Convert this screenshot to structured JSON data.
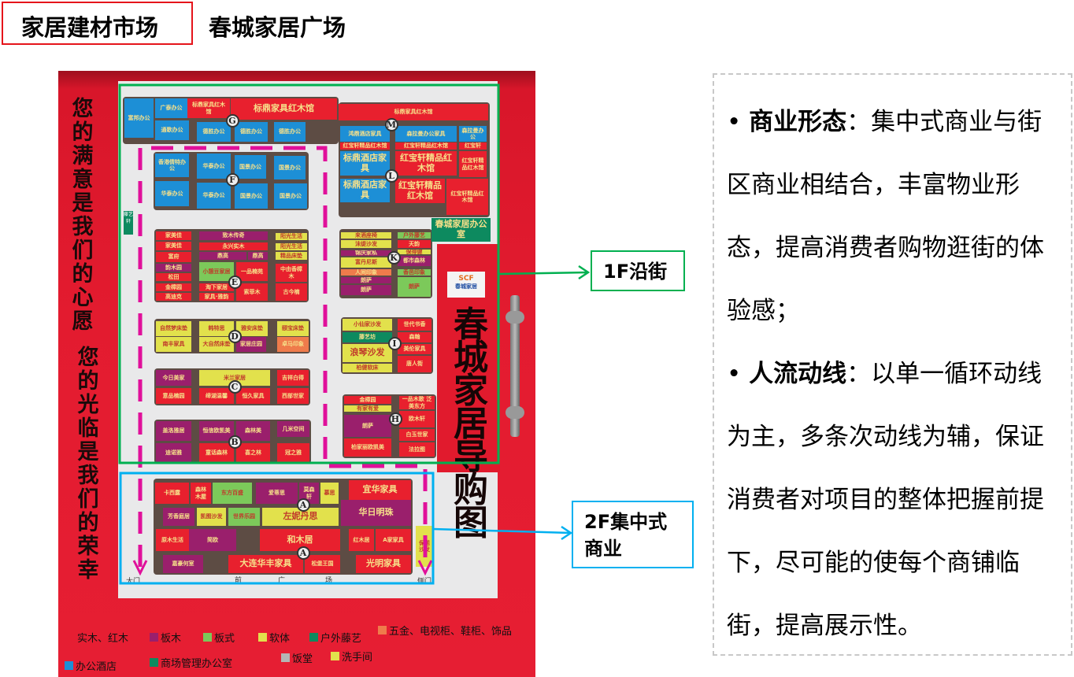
{
  "header": {
    "section_label": "家居建材市场",
    "title": "春城家居广场"
  },
  "photo": {
    "slogan_left": "您的满意是我们的心愿",
    "slogan_right": "您的光临是我们的荣幸",
    "map_title": "春城家居导购图",
    "logo_text": "春城家居",
    "logo_mark": "SCF",
    "side_sign": "藤艺轩",
    "bottom_labels": {
      "main_gate": "大门",
      "front": "前",
      "square_1": "广",
      "square_2": "场",
      "side_gate": "侧门"
    },
    "colors": {
      "red": "#e8202e",
      "blue": "#1d8fd6",
      "purple": "#9a1f6c",
      "yellow": "#e2e14c",
      "green": "#7cc95a",
      "orange": "#ef7b4b",
      "teal": "#0d8a5f",
      "gray": "#b5b5b5",
      "route": "#e0109a",
      "zone_1f": "#00b050",
      "zone_2f": "#00b0f0"
    },
    "nodes": [
      "G",
      "M",
      "F",
      "L",
      "E",
      "K",
      "D",
      "C",
      "I",
      "B",
      "H",
      "A",
      "A"
    ],
    "stores": [
      {
        "label": "富邦办公",
        "type": "blue"
      },
      {
        "label": "广泰办公",
        "type": "blue"
      },
      {
        "label": "标鼎家具红木馆",
        "type": "red"
      },
      {
        "label": "标鼎家具红木馆",
        "type": "red"
      },
      {
        "label": "标鼎家具红木馆",
        "type": "red"
      },
      {
        "label": "通歌办公",
        "type": "blue"
      },
      {
        "label": "德胜办公",
        "type": "blue"
      },
      {
        "label": "德胜办公",
        "type": "blue"
      },
      {
        "label": "德胜办公",
        "type": "blue"
      },
      {
        "label": "鸿鼎酒店家具",
        "type": "blue"
      },
      {
        "label": "森拉曼办公家具",
        "type": "blue"
      },
      {
        "label": "森拉曼办公",
        "type": "blue"
      },
      {
        "label": "红宝轩精品红木馆",
        "type": "red"
      },
      {
        "label": "红宝轩精品红木馆",
        "type": "red"
      },
      {
        "label": "红宝轩",
        "type": "red"
      },
      {
        "label": "标鼎酒店家具",
        "type": "blue"
      },
      {
        "label": "红宝轩精品红木馆",
        "type": "red"
      },
      {
        "label": "红宝轩精品红木馆",
        "type": "red"
      },
      {
        "label": "标鼎酒店家具",
        "type": "blue"
      },
      {
        "label": "红宝轩精品红木馆",
        "type": "red"
      },
      {
        "label": "红宝轩精品红木馆",
        "type": "red"
      },
      {
        "label": "春城家居办公室",
        "type": "teal"
      },
      {
        "label": "香港倩特办公",
        "type": "blue"
      },
      {
        "label": "华泰办公",
        "type": "blue"
      },
      {
        "label": "国景办公",
        "type": "blue"
      },
      {
        "label": "国景办公",
        "type": "blue"
      },
      {
        "label": "华泰办公",
        "type": "blue"
      },
      {
        "label": "华泰办公",
        "type": "blue"
      },
      {
        "label": "国景办公",
        "type": "blue"
      },
      {
        "label": "国景办公",
        "type": "blue"
      },
      {
        "label": "家美佳",
        "type": "red"
      },
      {
        "label": "家美佳",
        "type": "red"
      },
      {
        "label": "富府",
        "type": "red"
      },
      {
        "label": "韵木园",
        "type": "purple"
      },
      {
        "label": "松田",
        "type": "red"
      },
      {
        "label": "金樟园",
        "type": "red"
      },
      {
        "label": "高迪克",
        "type": "red"
      },
      {
        "label": "致木传奇",
        "type": "purple"
      },
      {
        "label": "永兴实木",
        "type": "red"
      },
      {
        "label": "鼎高",
        "type": "purple"
      },
      {
        "label": "鼎高",
        "type": "purple"
      },
      {
        "label": "小憩豆家居",
        "type": "green"
      },
      {
        "label": "一品楠苑",
        "type": "red"
      },
      {
        "label": "淘下家居",
        "type": "red"
      },
      {
        "label": "家具·雅韵",
        "type": "red"
      },
      {
        "label": "索菲木",
        "type": "red"
      },
      {
        "label": "阳光生活",
        "type": "yellow"
      },
      {
        "label": "阳光生活",
        "type": "yellow"
      },
      {
        "label": "精品床垫",
        "type": "yellow"
      },
      {
        "label": "中由香樟木",
        "type": "red"
      },
      {
        "label": "古今楠",
        "type": "red"
      },
      {
        "label": "来酒座椅",
        "type": "yellow"
      },
      {
        "label": "沫缇沙发",
        "type": "yellow"
      },
      {
        "label": "锦庆家私",
        "type": "purple"
      },
      {
        "label": "富丹尼斯",
        "type": "yellow"
      },
      {
        "label": "人间印象",
        "type": "orange"
      },
      {
        "label": "朗萨",
        "type": "purple"
      },
      {
        "label": "朗萨",
        "type": "purple"
      },
      {
        "label": "户外藤艺",
        "type": "green"
      },
      {
        "label": "天韵",
        "type": "red"
      },
      {
        "label": "保得健",
        "type": "yellow"
      },
      {
        "label": "都市森林",
        "type": "purple"
      },
      {
        "label": "香邑印象",
        "type": "green"
      },
      {
        "label": "朗萨",
        "type": "green"
      },
      {
        "label": "自然梦床垫",
        "type": "yellow"
      },
      {
        "label": "韩特思",
        "type": "yellow"
      },
      {
        "label": "雅安床垫",
        "type": "yellow"
      },
      {
        "label": "颐宝床垫",
        "type": "yellow"
      },
      {
        "label": "南丰家具",
        "type": "yellow"
      },
      {
        "label": "大自然床垫",
        "type": "yellow"
      },
      {
        "label": "家居庄园",
        "type": "purple"
      },
      {
        "label": "卓马印象",
        "type": "orange"
      },
      {
        "label": "今日美家",
        "type": "purple"
      },
      {
        "label": "意品楠园",
        "type": "red"
      },
      {
        "label": "米兰家居",
        "type": "yellow"
      },
      {
        "label": "缔湖温馨",
        "type": "red"
      },
      {
        "label": "恒久家具",
        "type": "red"
      },
      {
        "label": "吉祥白得",
        "type": "red"
      },
      {
        "label": "西部世家",
        "type": "red"
      },
      {
        "label": "盖洛雅居",
        "type": "purple"
      },
      {
        "label": "迪诺雅",
        "type": "purple"
      },
      {
        "label": "恒信欧凯美",
        "type": "purple"
      },
      {
        "label": "童话森林",
        "type": "red"
      },
      {
        "label": "森林美",
        "type": "purple"
      },
      {
        "label": "喜之林",
        "type": "red"
      },
      {
        "label": "几米空间",
        "type": "purple"
      },
      {
        "label": "冠之雅",
        "type": "red"
      },
      {
        "label": "小仙家沙发",
        "type": "yellow"
      },
      {
        "label": "藤艺坊",
        "type": "teal"
      },
      {
        "label": "浪琴沙发",
        "type": "yellow"
      },
      {
        "label": "柏健软床",
        "type": "yellow"
      },
      {
        "label": "世代书香",
        "type": "red"
      },
      {
        "label": "森翰",
        "type": "red"
      },
      {
        "label": "美伦家具",
        "type": "red"
      },
      {
        "label": "唐人街",
        "type": "red"
      },
      {
        "label": "金樟园",
        "type": "red"
      },
      {
        "label": "有家有爱",
        "type": "yellow"
      },
      {
        "label": "朗萨",
        "type": "purple"
      },
      {
        "label": "柏家丽欧凯美",
        "type": "red"
      },
      {
        "label": "一品木歌 泛美东方",
        "type": "red"
      },
      {
        "label": "欧木轩",
        "type": "red"
      },
      {
        "label": "白玉世家",
        "type": "red"
      },
      {
        "label": "法拉图",
        "type": "red"
      },
      {
        "label": "卡西露",
        "type": "red"
      },
      {
        "label": "森林木屋",
        "type": "red"
      },
      {
        "label": "东方百盛",
        "type": "green"
      },
      {
        "label": "爱蒂思",
        "type": "purple"
      },
      {
        "label": "莫森轩",
        "type": "purple"
      },
      {
        "label": "慕思",
        "type": "yellow"
      },
      {
        "label": "宜华家具",
        "type": "red"
      },
      {
        "label": "芳香庭居",
        "type": "purple"
      },
      {
        "label": "凯图沙发",
        "type": "yellow"
      },
      {
        "label": "世界乐园",
        "type": "green"
      },
      {
        "label": "左妮丹思",
        "type": "yellow"
      },
      {
        "label": "华日明珠",
        "type": "purple"
      },
      {
        "label": "原木生活",
        "type": "red"
      },
      {
        "label": "简欧",
        "type": "purple"
      },
      {
        "label": "和木居",
        "type": "red"
      },
      {
        "label": "红木居",
        "type": "red"
      },
      {
        "label": "A家家具",
        "type": "red"
      },
      {
        "label": "保诺沙发",
        "type": "yellow"
      },
      {
        "label": "嘉豪何室",
        "type": "purple"
      },
      {
        "label": "大连华丰家具",
        "type": "red"
      },
      {
        "label": "松堡王国",
        "type": "red"
      },
      {
        "label": "光明家具",
        "type": "red"
      }
    ],
    "legend": [
      {
        "label": "实木、红木",
        "type": "red"
      },
      {
        "label": "板木",
        "type": "purple"
      },
      {
        "label": "板式",
        "type": "green"
      },
      {
        "label": "软体",
        "type": "yellow"
      },
      {
        "label": "户外藤艺",
        "type": "teal"
      },
      {
        "label": "五金、电视柜、鞋柜、饰品",
        "type": "orange"
      },
      {
        "label": "办公酒店",
        "type": "blue"
      },
      {
        "label": "商场管理办公室",
        "type": "teal"
      },
      {
        "label": "饭堂",
        "type": "gray"
      },
      {
        "label": "洗手间",
        "type": "yellow"
      }
    ]
  },
  "callouts": {
    "floor1": "1F沿街",
    "floor2": "2F集中式商业"
  },
  "bullets": [
    {
      "term": "商业形态",
      "sep": "：",
      "text": "集中式商业与街区商业相结合，丰富物业形态，提高消费者购物逛街的体验感；"
    },
    {
      "term": "人流动线",
      "sep": "：",
      "text": "以单一循环动线为主，多条次动线为辅，保证消费者对项目的整体把握前提下，尽可能的使每个商铺临街，提高展示性。"
    }
  ]
}
